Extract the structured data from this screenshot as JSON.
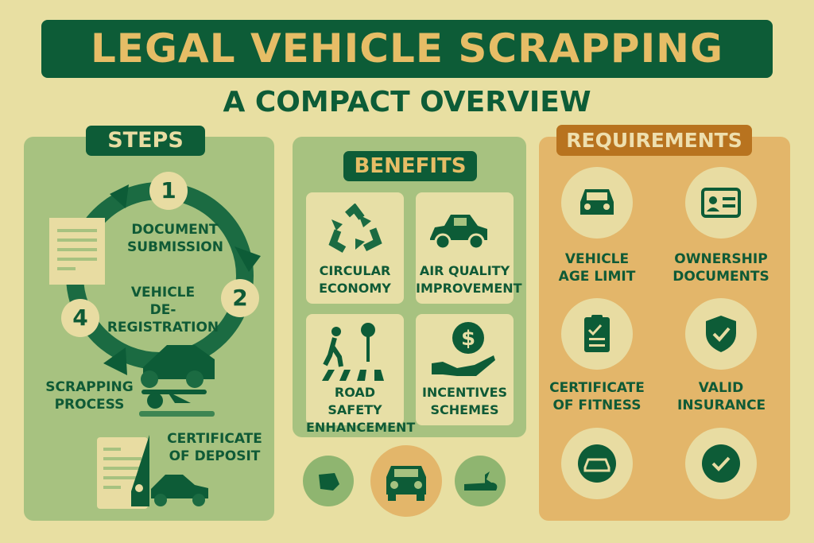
{
  "title": "LEGAL VEHICLE SCRAPPING",
  "subtitle": "A COMPACT OVERVIEW",
  "steps": {
    "header": "STEPS",
    "numbers": [
      "1",
      "2",
      "4"
    ],
    "items": [
      "DOCUMENT",
      "SUBMISSION",
      "VEHICLE",
      "DE-REGISTRATION",
      "SCRAPPING",
      "PROCESS",
      "CERTIFICATE",
      "OF DEPOSIT"
    ]
  },
  "benefits": {
    "header": "BENEFITS",
    "tiles": [
      {
        "l1": "CIRCULAR",
        "l2": "ECONOMY",
        "icon": "recycle-icon"
      },
      {
        "l1": "AIR QUALITY",
        "l2": "IMPROVEMENT",
        "icon": "car-icon"
      },
      {
        "l1": "ROAD SAFETY",
        "l2": "ENHANCEMENT",
        "icon": "pedestrian-crossing-icon"
      },
      {
        "l1": "INCENTIVES",
        "l2": "SCHEMES",
        "icon": "dollar-hand-icon"
      }
    ]
  },
  "requirements": {
    "header": "REQUIREMENTS",
    "items": [
      {
        "l1": "VEHICLE",
        "l2": "AGE LIMIT",
        "icon": "car-icon"
      },
      {
        "l1": "OWNERSHIP",
        "l2": "DOCUMENTS",
        "icon": "id-card-icon"
      },
      {
        "l1": "CERTIFICATE",
        "l2": "OF FITNESS",
        "icon": "clipboard-check-icon"
      },
      {
        "l1": "VALID",
        "l2": "INSURANCE",
        "icon": "shield-check-icon"
      }
    ]
  },
  "colors": {
    "dark_green": "#0d5c37",
    "gold": "#e6bd66",
    "panel_green": "#a7c280",
    "orange": "#e3b66a",
    "brown": "#b8731f",
    "cream": "#e8dfa2"
  }
}
